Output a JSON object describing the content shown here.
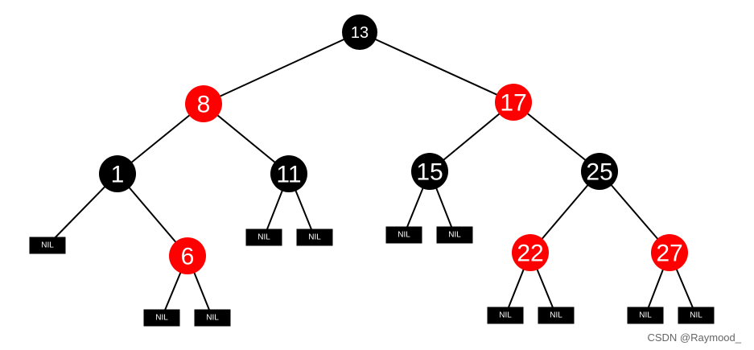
{
  "colors": {
    "red": "#ff0000",
    "black": "#000000",
    "edge": "#000000",
    "label": "#ffffff"
  },
  "nil_label": "NIL",
  "nodes": [
    {
      "id": "n13",
      "label": "13",
      "color": "black"
    },
    {
      "id": "n8",
      "label": "8",
      "color": "red"
    },
    {
      "id": "n17",
      "label": "17",
      "color": "red"
    },
    {
      "id": "n1",
      "label": "1",
      "color": "black"
    },
    {
      "id": "n11",
      "label": "11",
      "color": "black"
    },
    {
      "id": "n15",
      "label": "15",
      "color": "black"
    },
    {
      "id": "n25",
      "label": "25",
      "color": "black"
    },
    {
      "id": "n6",
      "label": "6",
      "color": "red"
    },
    {
      "id": "n22",
      "label": "22",
      "color": "red"
    },
    {
      "id": "n27",
      "label": "27",
      "color": "red"
    }
  ],
  "nils": [
    "nil1",
    "nil2",
    "nil3",
    "nil4",
    "nil5",
    "nil6",
    "nil7",
    "nil8",
    "nil9",
    "nil10",
    "nil11"
  ],
  "edges": [
    [
      "n13",
      "n8"
    ],
    [
      "n13",
      "n17"
    ],
    [
      "n8",
      "n1"
    ],
    [
      "n8",
      "n11"
    ],
    [
      "n17",
      "n15"
    ],
    [
      "n17",
      "n25"
    ],
    [
      "n1",
      "nil1"
    ],
    [
      "n1",
      "n6"
    ],
    [
      "n6",
      "nil2"
    ],
    [
      "n6",
      "nil3"
    ],
    [
      "n11",
      "nil4"
    ],
    [
      "n11",
      "nil5"
    ],
    [
      "n15",
      "nil6"
    ],
    [
      "n15",
      "nil7"
    ],
    [
      "n25",
      "n22"
    ],
    [
      "n25",
      "n27"
    ],
    [
      "n22",
      "nil8"
    ],
    [
      "n22",
      "nil9"
    ],
    [
      "n27",
      "nil10"
    ],
    [
      "n27",
      "nil11"
    ]
  ],
  "watermark": "CSDN @Raymood_"
}
